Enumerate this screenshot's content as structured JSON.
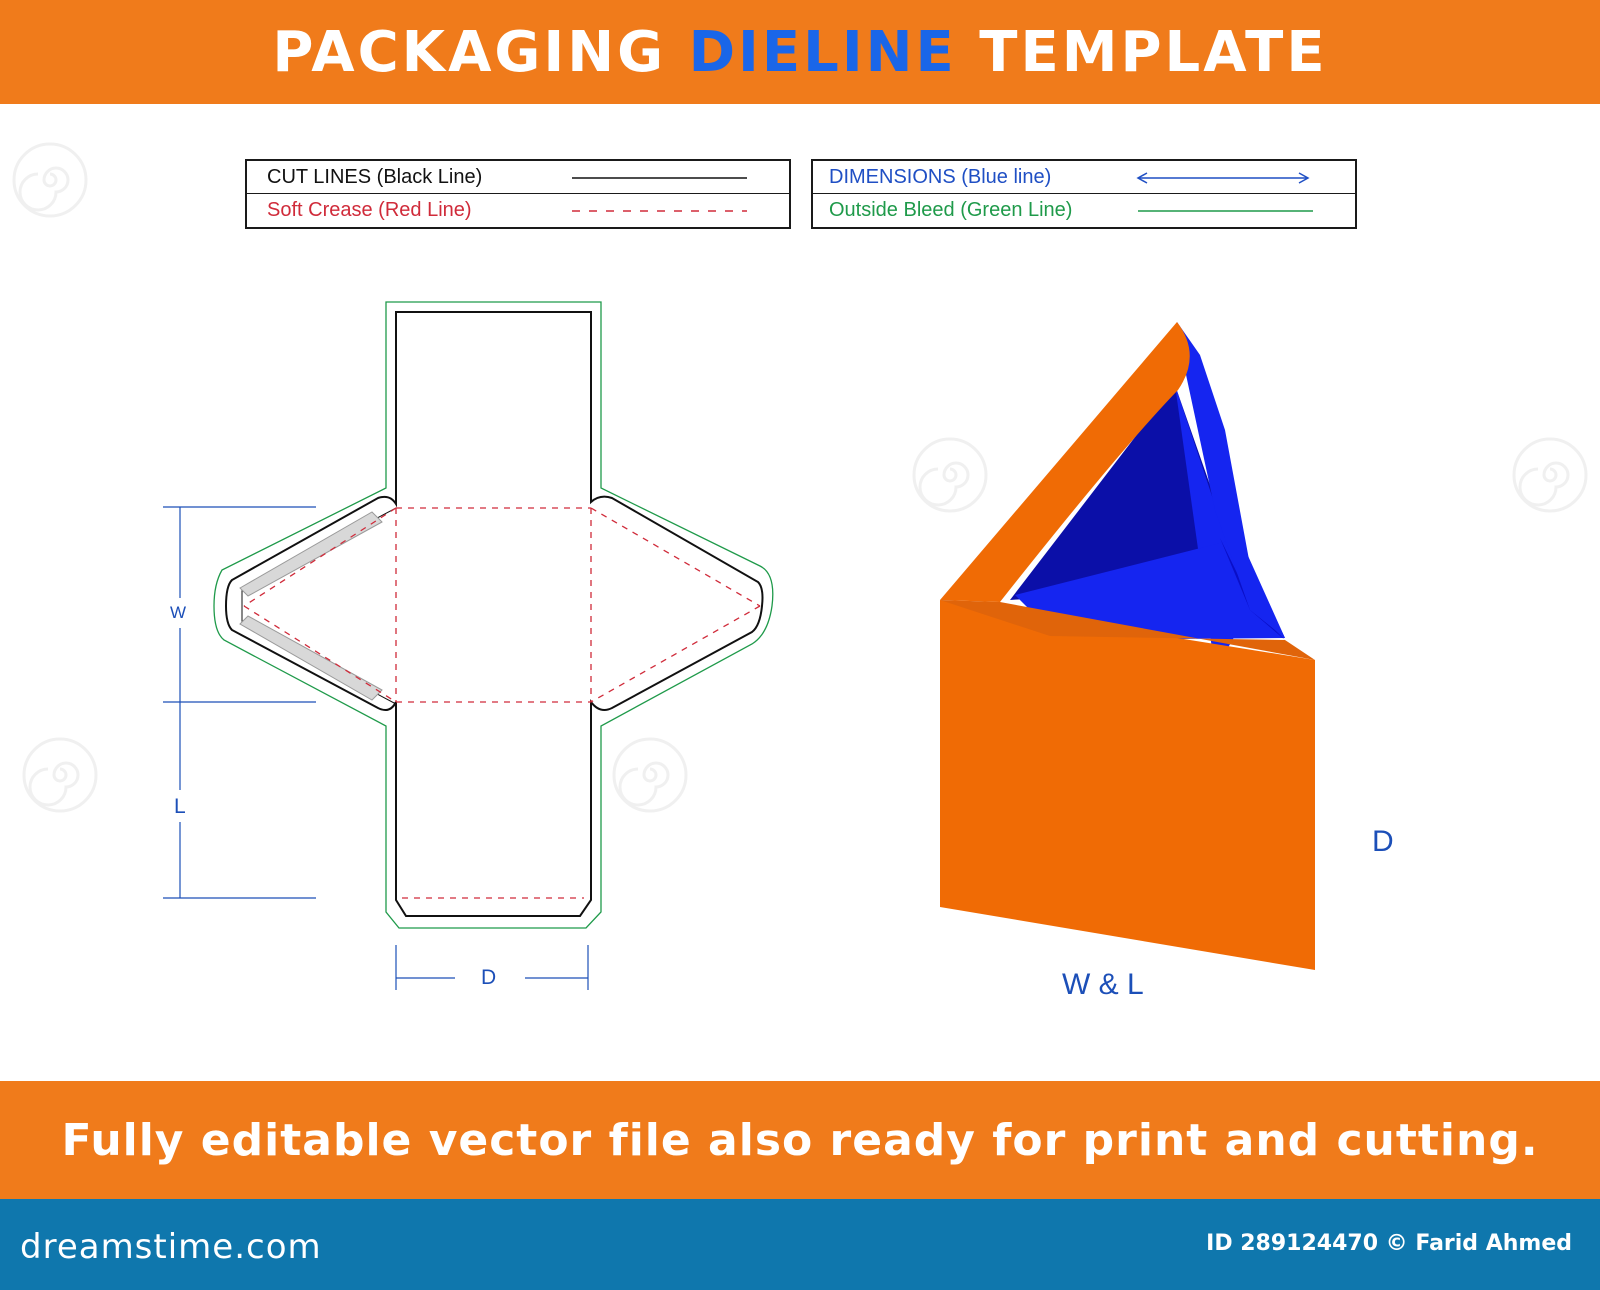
{
  "header": {
    "title_part1": "PACKAGING",
    "title_highlight": "DIELINE",
    "title_part2": "TEMPLATE"
  },
  "legend": {
    "left": [
      {
        "label": "CUT LINES (Black Line)",
        "color": "#111111",
        "style": "solid"
      },
      {
        "label": "Soft Crease (Red Line)",
        "color": "#d02b3a",
        "style": "dashed"
      }
    ],
    "right": [
      {
        "label": "DIMENSIONS (Blue line)",
        "color": "#1f4fc4",
        "style": "arrow"
      },
      {
        "label": "Outside Bleed (Green Line)",
        "color": "#1f9a4a",
        "style": "solid"
      }
    ]
  },
  "dieline": {
    "dimension_labels": {
      "w": "W",
      "l": "L",
      "d": "D"
    }
  },
  "box_render": {
    "label_d": "D",
    "label_wl": "W & L",
    "colors": {
      "outer": "#f06b05",
      "inner_dark": "#0b0fa8",
      "inner_light": "#1525f0"
    }
  },
  "footer": {
    "tagline": "Fully editable vector file also ready for print and cutting.",
    "brand": "dreamstime.com",
    "image_id": "ID 289124470 © Farid Ahmed"
  }
}
